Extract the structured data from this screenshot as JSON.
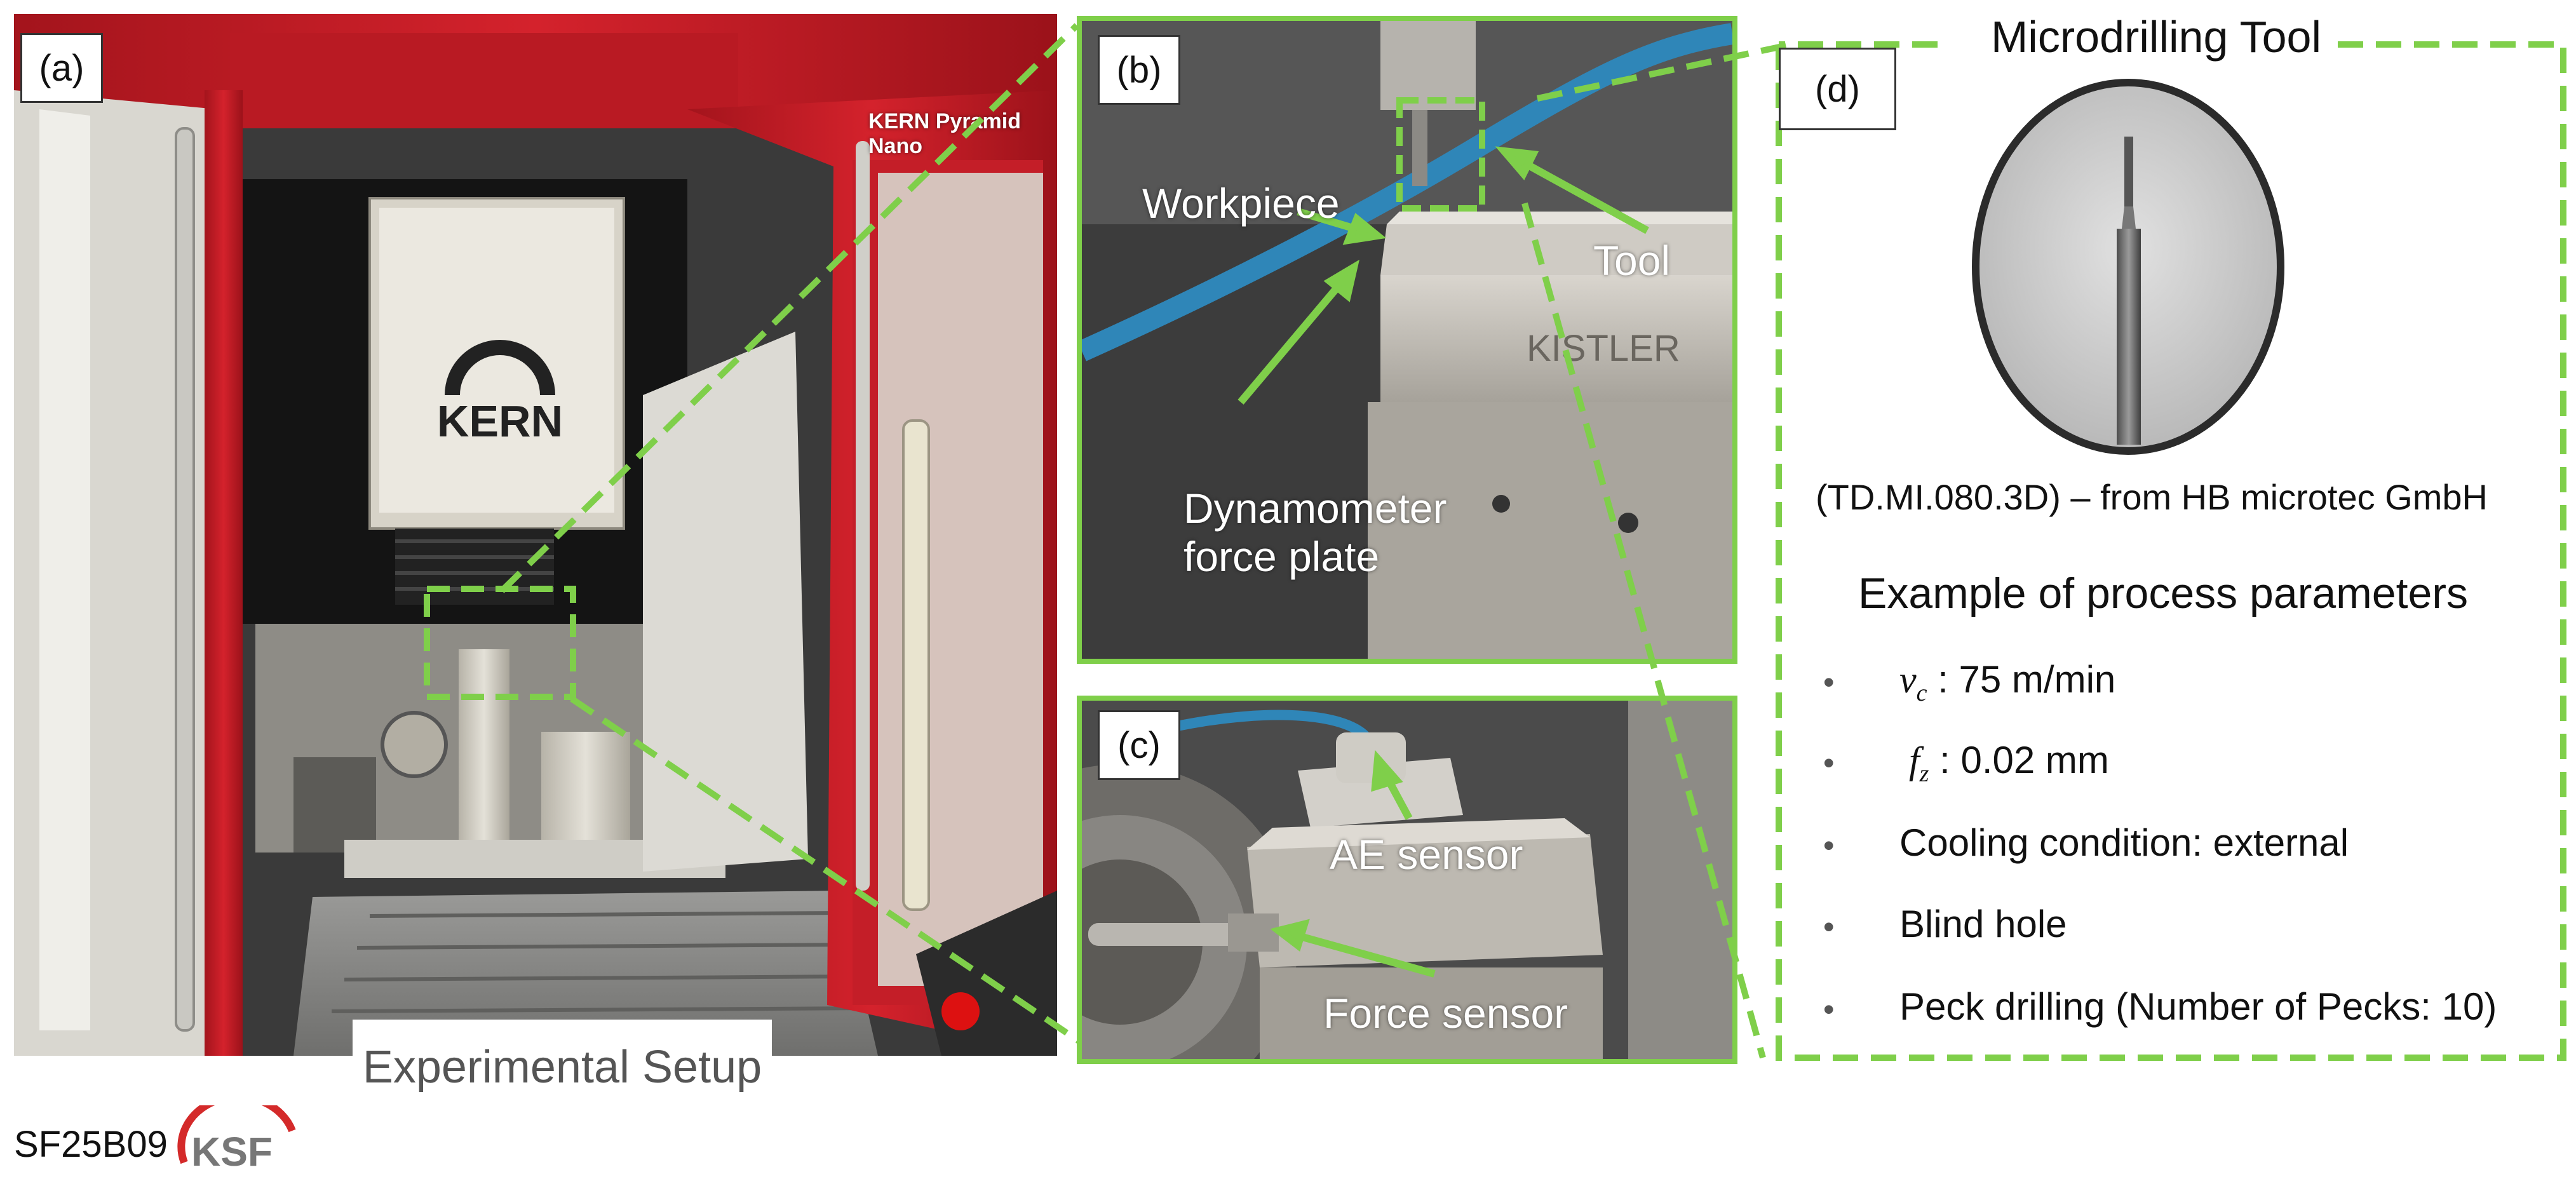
{
  "panels": {
    "a": {
      "label": "(a)",
      "caption": "Experimental Setup",
      "brand_banner": "KERN Pyramid Nano",
      "logo_text": "KERN"
    },
    "b": {
      "label": "(b)",
      "workpiece": "Workpiece",
      "tool": "Tool",
      "dynamometer_line1": "Dynamometer",
      "dynamometer_line2": "force plate",
      "plate_brand": "KISTLER"
    },
    "c": {
      "label": "(c)",
      "ae_sensor": "AE sensor",
      "force_sensor": "Force sensor"
    },
    "d": {
      "label": "(d)",
      "title": "Microdrilling Tool",
      "tool_source": "(TD.MI.080.3D) – from HB microtec GmbH",
      "params_heading": "Example of process parameters",
      "vc_symbol": "v",
      "vc_sub": "c",
      "vc_value": ": 75 m/min",
      "fz_symbol": "f",
      "fz_sub": "z",
      "fz_value": ": 0.02 mm",
      "cooling": "Cooling condition: external",
      "hole": "Blind hole",
      "peck": "Peck drilling (Number of Pecks: 10)",
      "bullet": "•"
    }
  },
  "footer": {
    "code": "SF25B09",
    "logo_text": "KSF"
  },
  "colors": {
    "accent_green": "#7fcf4a",
    "machine_red": "#c8202a",
    "callout_arrow": "#7fcf4a"
  }
}
